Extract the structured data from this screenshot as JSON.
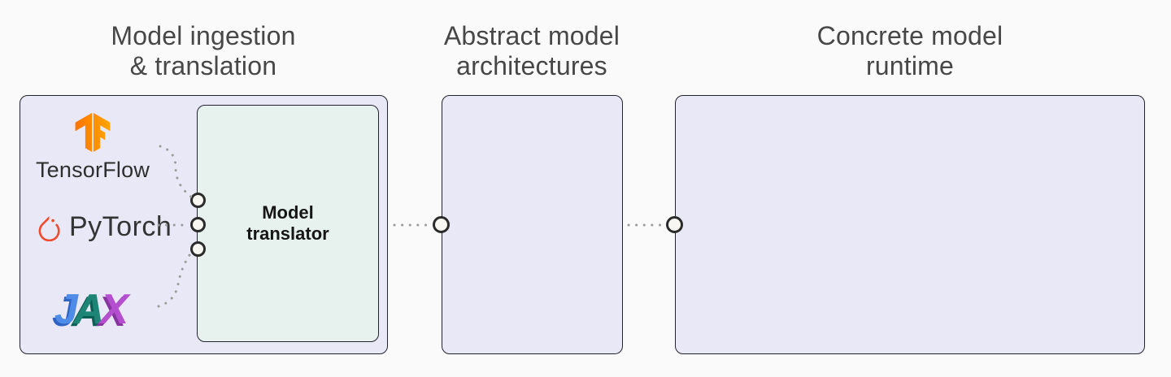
{
  "columns": [
    {
      "title_line1": "Model ingestion",
      "title_line2": "& translation"
    },
    {
      "title_line1": "Abstract model",
      "title_line2": "architectures"
    },
    {
      "title_line1": "Concrete model",
      "title_line2": "runtime"
    }
  ],
  "ingestion": {
    "frameworks": {
      "tensorflow": {
        "label": "TensorFlow",
        "brand_color_dark": "#FF7400",
        "brand_color_light": "#FFA500"
      },
      "pytorch": {
        "label": "PyTorch",
        "brand_color": "#EE4C2C"
      },
      "jax": {
        "letters": [
          "J",
          "A",
          "X"
        ],
        "letter_colors": [
          "#4E8CE8",
          "#1E8576",
          "#B44FD0"
        ]
      }
    },
    "translator": {
      "label_line1": "Model",
      "label_line2": "translator"
    }
  },
  "colors": {
    "page_background": "#FAFAFA",
    "panel_fill": "#E9E8F7",
    "translator_fill": "#E7F2EE",
    "panel_border": "#23232E",
    "title_text": "#474747",
    "translator_text": "#161616",
    "connector_dots": "#9B9B9B",
    "port_fill": "#F7F6F1",
    "port_border": "#2B2B2B"
  }
}
